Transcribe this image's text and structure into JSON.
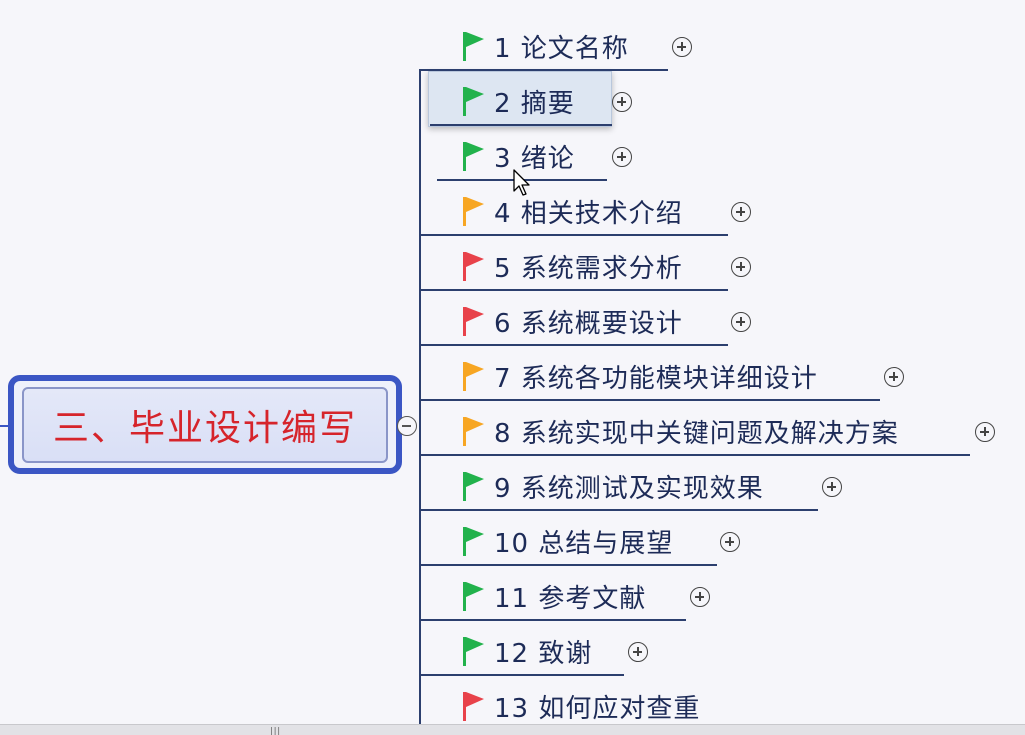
{
  "central_topic": "三、毕业设计编写",
  "flag_colors": {
    "green": "#22b24c",
    "orange": "#f7a623",
    "red": "#e8424a"
  },
  "topics": [
    {
      "label": "1 论文名称",
      "flag": "green",
      "expand_icon": "plus-circle-icon"
    },
    {
      "label": "2 摘要",
      "flag": "green",
      "expand_icon": "plus-circle-icon",
      "selected": true
    },
    {
      "label": "3 绪论",
      "flag": "green",
      "expand_icon": "plus-circle-icon"
    },
    {
      "label": "4 相关技术介绍",
      "flag": "orange",
      "expand_icon": "plus-circle-icon"
    },
    {
      "label": "5 系统需求分析",
      "flag": "red",
      "expand_icon": "plus-circle-icon"
    },
    {
      "label": "6 系统概要设计",
      "flag": "red",
      "expand_icon": "plus-circle-icon"
    },
    {
      "label": "7 系统各功能模块详细设计",
      "flag": "orange",
      "expand_icon": "plus-circle-icon"
    },
    {
      "label": "8 系统实现中关键问题及解决方案",
      "flag": "orange",
      "expand_icon": "plus-circle-icon"
    },
    {
      "label": "9 系统测试及实现效果",
      "flag": "green",
      "expand_icon": "plus-circle-icon"
    },
    {
      "label": "10 总结与展望",
      "flag": "green",
      "expand_icon": "plus-circle-icon"
    },
    {
      "label": "11 参考文献",
      "flag": "green",
      "expand_icon": "plus-circle-icon"
    },
    {
      "label": "12 致谢",
      "flag": "green",
      "expand_icon": "plus-circle-icon"
    },
    {
      "label": "13 如何应对查重",
      "flag": "red",
      "expand_icon": "none"
    }
  ]
}
